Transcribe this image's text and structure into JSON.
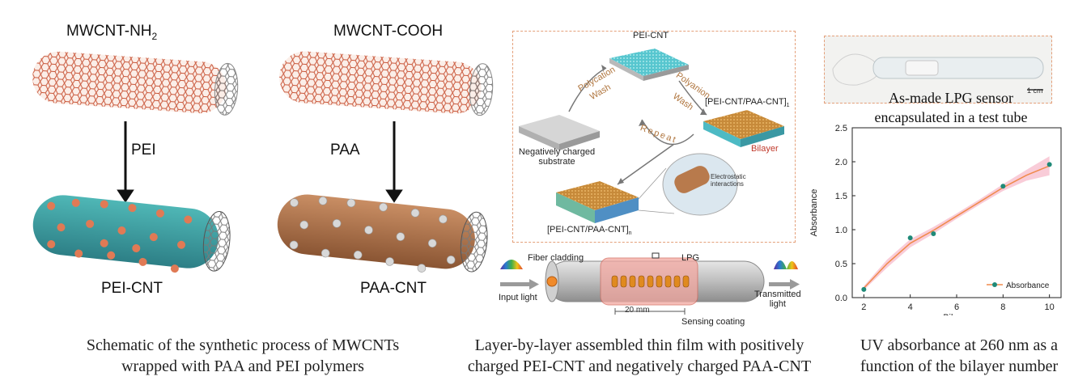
{
  "panel_a": {
    "label_nh2_main": "MWCNT-NH",
    "label_nh2_sub": "2",
    "label_cooh": "MWCNT-COOH",
    "arrow_left": "PEI",
    "arrow_right": "PAA",
    "product_left": "PEI-CNT",
    "product_right": "PAA-CNT",
    "caption_line1": "Schematic of the synthetic process of MWCNTs",
    "caption_line2": "wrapped with PAA and PEI polymers"
  },
  "panel_b": {
    "pei_cnt": "PEI-CNT",
    "polycation": "Polycation",
    "wash1": "Wash",
    "polyanion": "Polyanion",
    "wash2": "Wash",
    "bilayer_one": "[PEI-CNT/PAA-CNT]",
    "bilayer_one_sub": "1",
    "substrate_line1": "Negatively charged",
    "substrate_line2": "substrate",
    "repeat": "Repeat",
    "bilayer": "Bilayer",
    "electrostatic_line1": "Electrostatic",
    "electrostatic_line2": "interactions",
    "bilayer_n": "[PEI-CNT/PAA-CNT]",
    "bilayer_n_sub": "n",
    "fiber_cladding": "Fiber cladding",
    "lpg": "LPG",
    "input_light": "Input light",
    "transmitted_line1": "Transmitted",
    "transmitted_line2": "light",
    "length": "20 mm",
    "sensing_coating": "Sensing coating",
    "caption_line1": "Layer-by-layer assembled thin film with positively",
    "caption_line2": "charged PEI-CNT and negatively charged PAA-CNT"
  },
  "panel_c": {
    "scale": "1 cm",
    "photo_caption_line1": "As-made LPG sensor",
    "photo_caption_line2": "encapsulated in a test tube",
    "caption_line1": "UV absorbance at 260 nm as a",
    "caption_line2": "function of the bilayer number"
  },
  "chart_data": {
    "type": "line",
    "xlabel": "Bilayer",
    "ylabel": "Absorbance",
    "xlim": [
      1.5,
      10.5
    ],
    "ylim": [
      0,
      2.5
    ],
    "xticks": [
      2,
      4,
      6,
      8,
      10
    ],
    "yticks": [
      0.0,
      0.5,
      1.0,
      1.5,
      2.0,
      2.5
    ],
    "series": [
      {
        "name": "Absorbance",
        "x": [
          2,
          4,
          5,
          8,
          10
        ],
        "y": [
          0.12,
          0.88,
          0.94,
          1.64,
          1.96
        ]
      }
    ],
    "fit": {
      "x": [
        2,
        3,
        4,
        5,
        6,
        7,
        8,
        9,
        10
      ],
      "y": [
        0.14,
        0.5,
        0.8,
        0.99,
        1.2,
        1.41,
        1.62,
        1.8,
        1.94
      ]
    },
    "band_half_width": [
      0.03,
      0.06,
      0.06,
      0.05,
      0.04,
      0.04,
      0.05,
      0.08,
      0.14
    ],
    "legend_position": "bottom-right",
    "grid": false,
    "colors": {
      "marker": "#1f8a78",
      "line": "#f08a4b",
      "band": "#f7b6c8"
    }
  }
}
